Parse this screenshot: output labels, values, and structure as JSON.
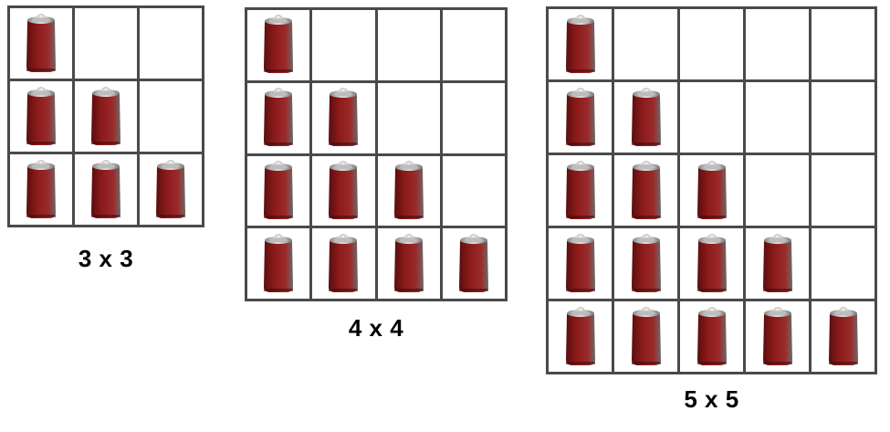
{
  "grids": [
    {
      "label": "3 x 3",
      "size": 3
    },
    {
      "label": "4 x 4",
      "size": 4
    },
    {
      "label": "5 x 5",
      "size": 5
    }
  ],
  "icon": "soda-can-icon",
  "colors": {
    "can": "#8b1a1a",
    "grid_line": "#4a4a4a"
  }
}
